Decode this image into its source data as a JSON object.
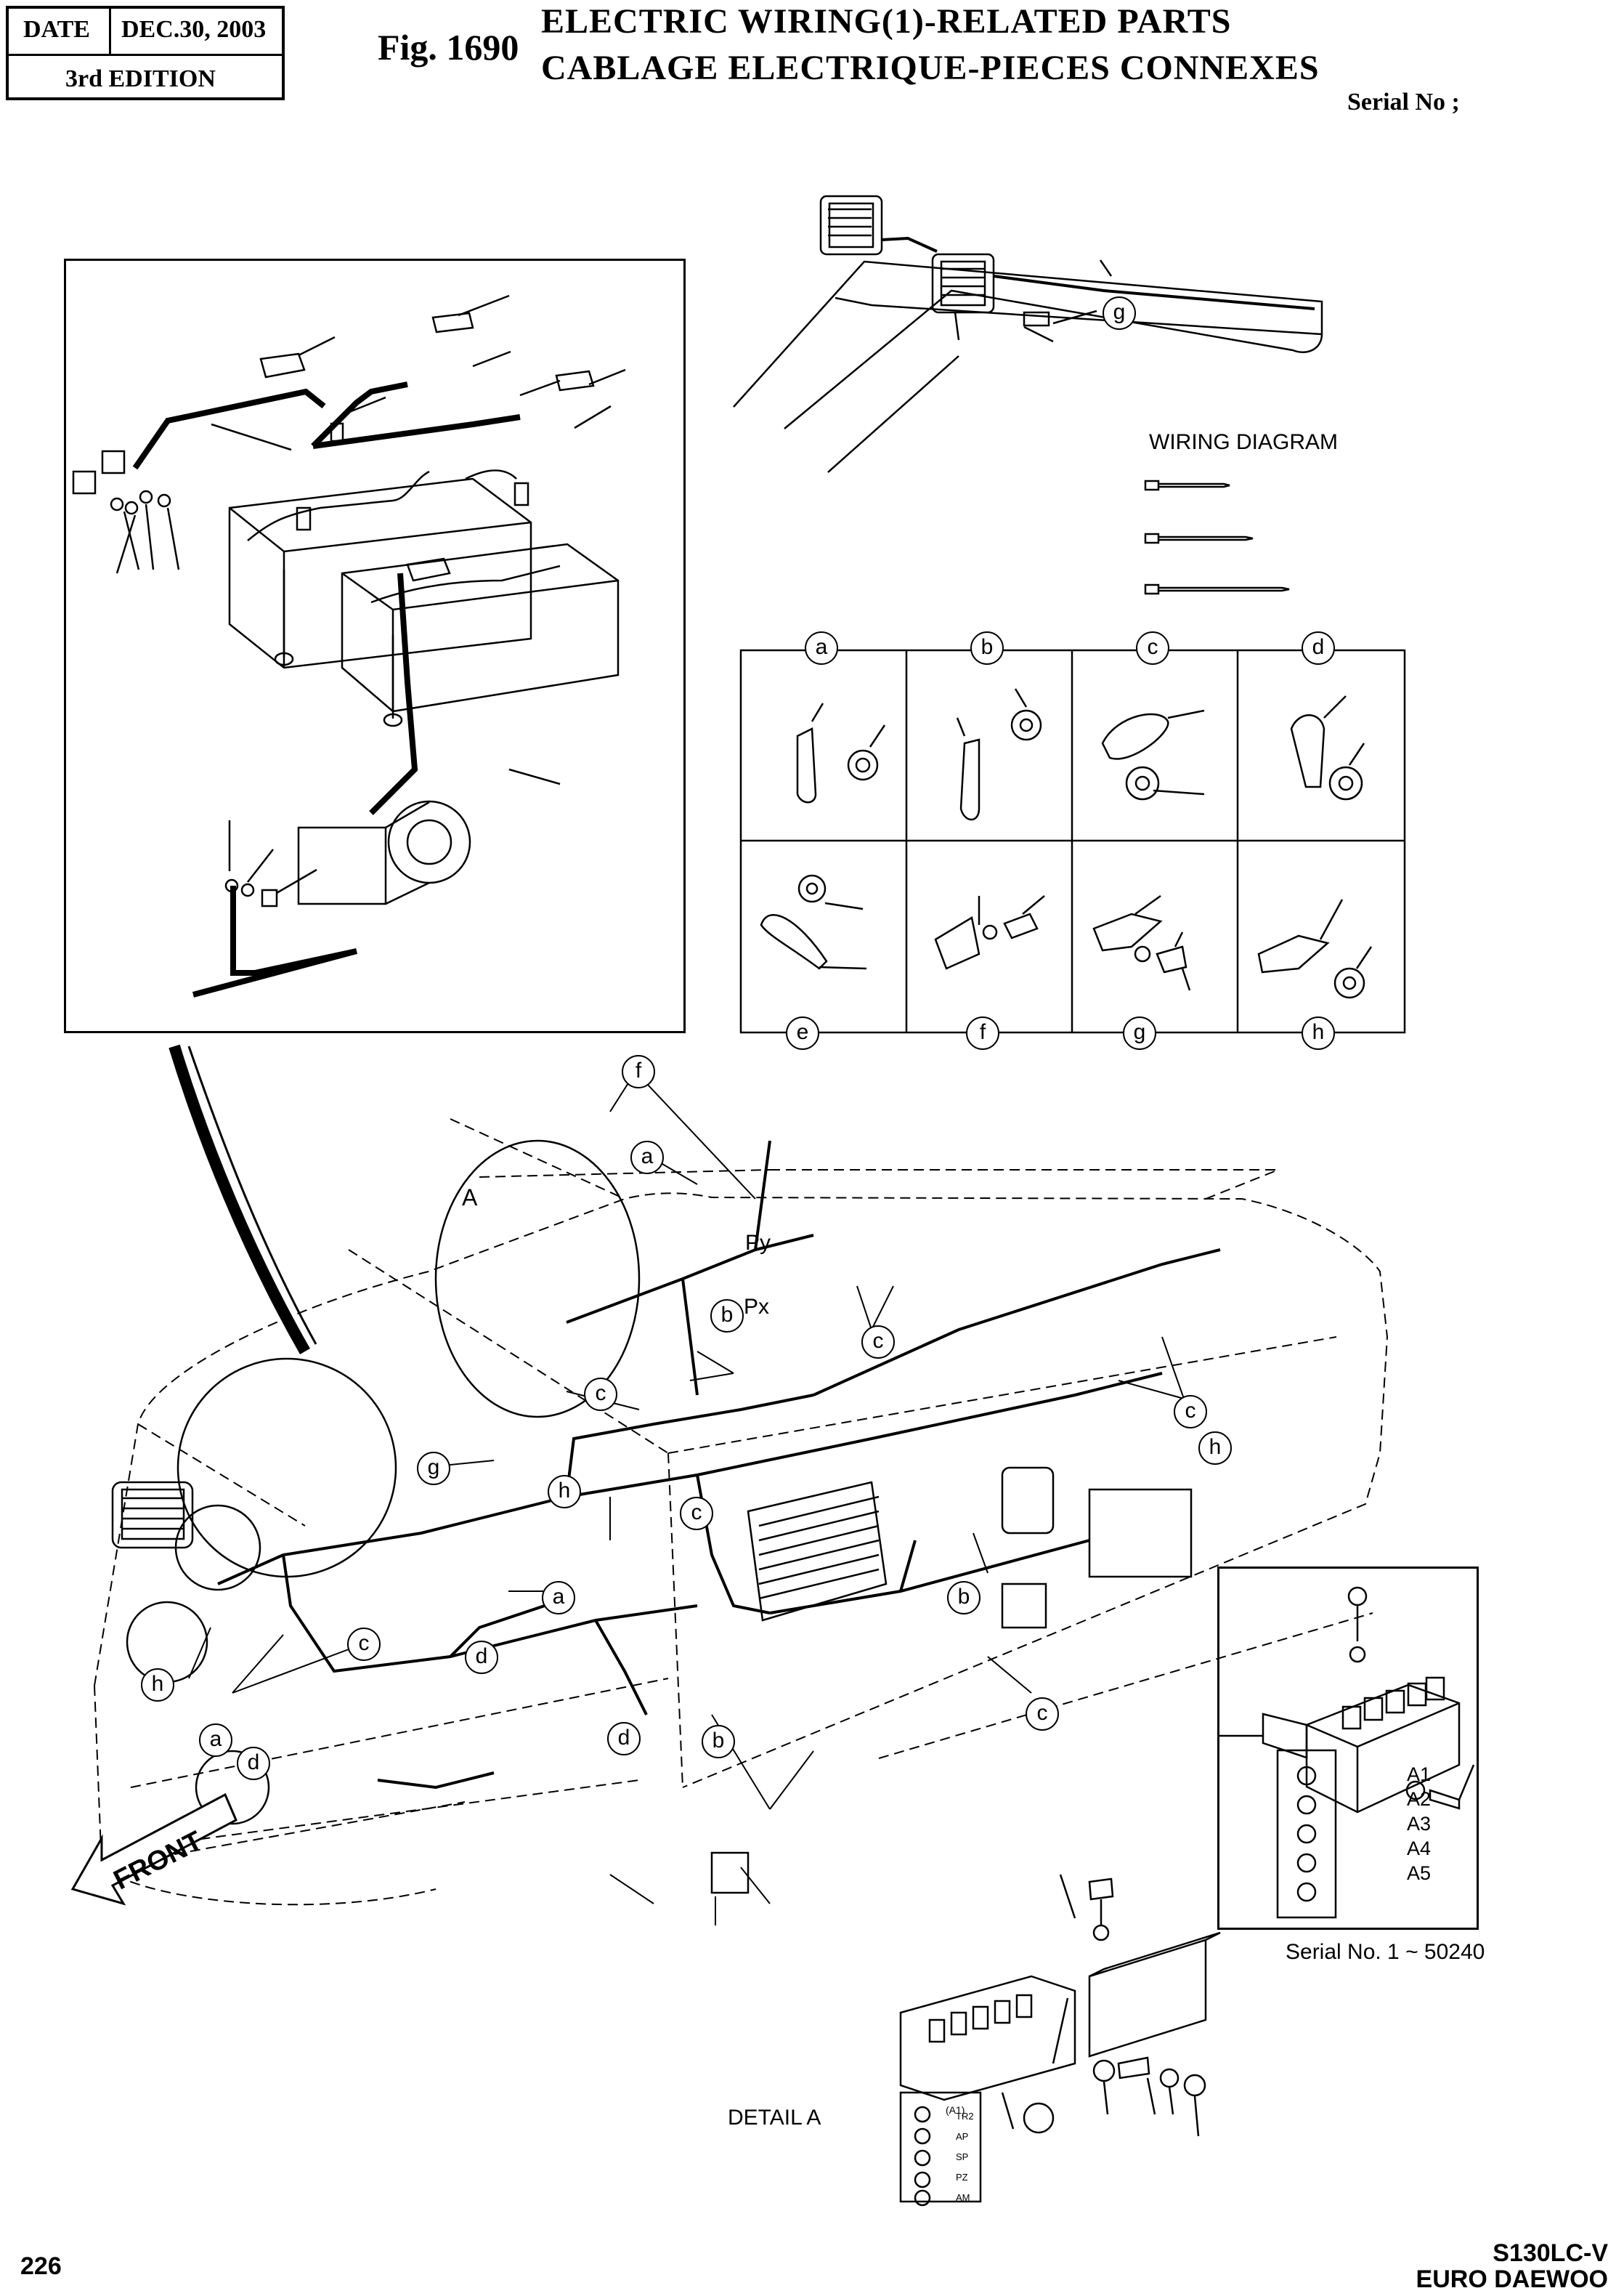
{
  "header": {
    "date_label": "DATE",
    "date_value": "DEC.30, 2003",
    "edition": "3rd EDITION",
    "fig_number": "Fig. 1690",
    "title_en": "ELECTRIC WIRING(1)-RELATED PARTS",
    "title_fr": "CABLAGE ELECTRIQUE-PIECES CONNEXES",
    "serial": "Serial No ;"
  },
  "wiring_diagram_label": "WIRING DIAGRAM",
  "fastener_table": {
    "top_labels": [
      "a",
      "b",
      "c",
      "d"
    ],
    "bottom_labels": [
      "e",
      "f",
      "g",
      "h"
    ]
  },
  "main_callouts": {
    "f": "f",
    "a": "a",
    "A": "A",
    "Py": "Py",
    "Px": "Px",
    "b": "b",
    "c": "c",
    "g": "g",
    "h": "h",
    "d": "d"
  },
  "front_label": "FRONT",
  "fusebox_inset": {
    "terminals": [
      "A1",
      "A2",
      "A3",
      "A4",
      "A5"
    ],
    "caption": "Serial No. 1 ~ 50240"
  },
  "detail_a": {
    "label": "DETAIL  A",
    "terminal_tag": "(A1)",
    "terminals": [
      "TR2",
      "AP",
      "SP",
      "PZ",
      "AM"
    ]
  },
  "footer": {
    "page_number": "226",
    "model": "S130LC-V",
    "brand": "EURO DAEWOO"
  }
}
